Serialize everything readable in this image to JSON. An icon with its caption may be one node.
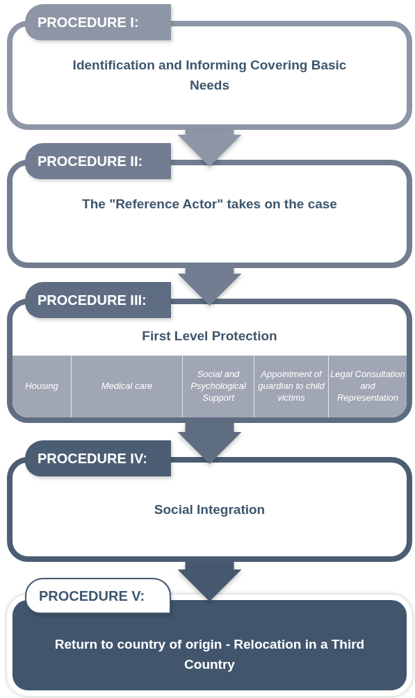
{
  "diagram": {
    "nodes": [
      {
        "text": [
          "PROCEDURE I:",
          "Identification and Informing Covering Basic Needs"
        ]
      },
      {
        "text": [
          "PROCEDURE II:",
          "The \"Reference Actor\" takes on the case"
        ]
      },
      {
        "text": [
          "PROCEDURE III:",
          "First Level Protection"
        ]
      },
      {
        "text": [
          "Housing"
        ],
        "in": 2
      },
      {
        "text": [
          "Medical care"
        ],
        "in": 2
      },
      {
        "text": [
          "Social and Psychological Support"
        ],
        "in": 2
      },
      {
        "text": [
          "Appointment of guardian to child victims"
        ],
        "in": 2
      },
      {
        "text": [
          "Legal Consultation and Representation"
        ],
        "in": 2
      },
      {
        "text": [
          "PROCEDURE IV:",
          "Social Integration"
        ]
      },
      {
        "text": [
          "PROCEDURE V:",
          "Return to country of origin - Relocation in a Third Country"
        ]
      }
    ],
    "edges": [
      {
        "from": 0,
        "to": 1,
        "arrow": "to",
        "style": "thick",
        "color": "#8e95a7"
      },
      {
        "from": 1,
        "to": 2,
        "arrow": "to",
        "style": "thick",
        "color": "#737d92"
      },
      {
        "from": 2,
        "to": 8,
        "arrow": "to",
        "style": "thick",
        "color": "#5f6d82"
      },
      {
        "from": 8,
        "to": 9,
        "arrow": "to",
        "style": "thick",
        "color": "#44586e"
      }
    ]
  }
}
